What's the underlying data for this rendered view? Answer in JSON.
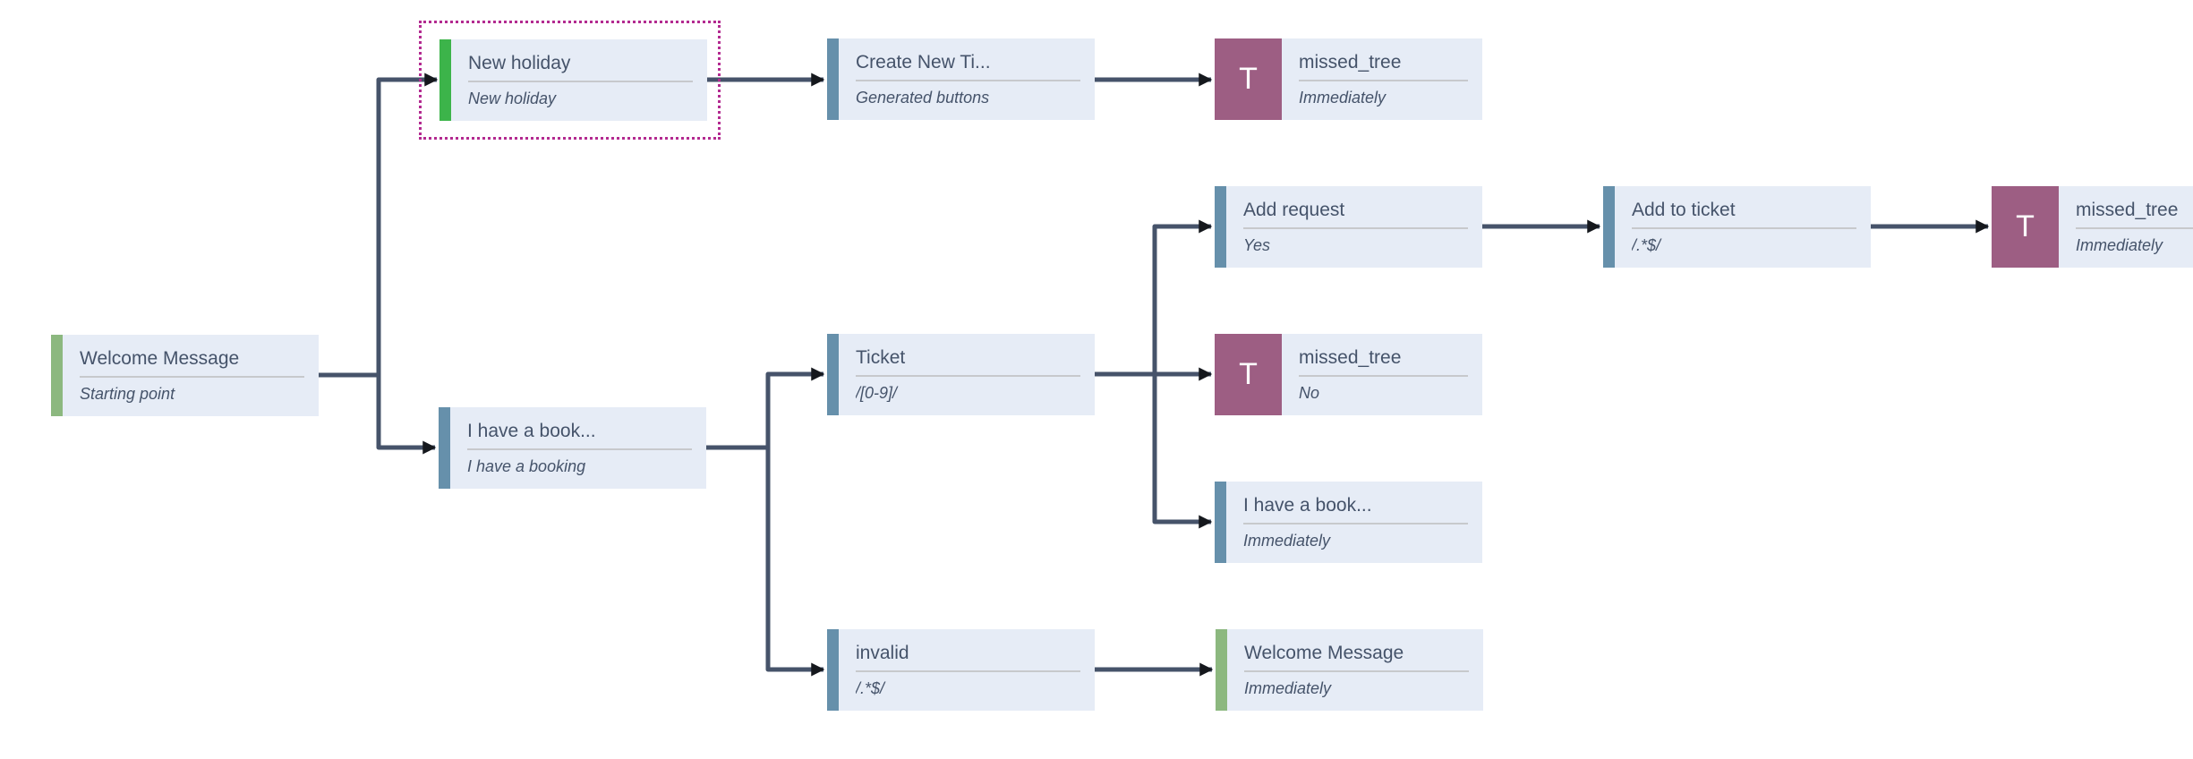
{
  "diagram": {
    "type": "chatbot-flow-tree",
    "background": "#ffffff"
  },
  "colors": {
    "node_body": "#e6ecf6",
    "node_text": "#45536a",
    "accent_sage_green": "#8cb87f",
    "accent_bright_green": "#3cb44a",
    "accent_steel_blue": "#6690ab",
    "badge_purple": "#9d5e83",
    "badge_letter_color": "#ffffff",
    "connector_line": "#46536a",
    "arrowhead": "#15181d",
    "selection_border": "#b32a90",
    "divider": "#c7c9cc"
  },
  "nodes": [
    {
      "id": "welcome-message-start",
      "title": "Welcome Message",
      "subtitle": "Starting point",
      "accent": "sage-green",
      "selected": false
    },
    {
      "id": "new-holiday",
      "title": "New holiday",
      "subtitle": "New holiday",
      "accent": "bright-green",
      "selected": true
    },
    {
      "id": "create-new-ticket",
      "title": "Create New Ti...",
      "subtitle": "Generated buttons",
      "accent": "steel-blue",
      "selected": false
    },
    {
      "id": "missed-tree-top",
      "title": "missed_tree",
      "subtitle": "Immediately",
      "accent": "purple-badge",
      "badge": "T",
      "selected": false
    },
    {
      "id": "i-have-a-booking",
      "title": "I have a book...",
      "subtitle": "I have a booking",
      "accent": "steel-blue",
      "selected": false
    },
    {
      "id": "ticket",
      "title": "Ticket",
      "subtitle": "/[0-9]/",
      "accent": "steel-blue",
      "selected": false
    },
    {
      "id": "add-request",
      "title": "Add request",
      "subtitle": "Yes",
      "accent": "steel-blue",
      "selected": false
    },
    {
      "id": "missed-tree-no",
      "title": "missed_tree",
      "subtitle": "No",
      "accent": "purple-badge",
      "badge": "T",
      "selected": false
    },
    {
      "id": "i-have-a-booking-immediately",
      "title": "I have a book...",
      "subtitle": "Immediately",
      "accent": "steel-blue",
      "selected": false
    },
    {
      "id": "add-to-ticket",
      "title": "Add to ticket",
      "subtitle": "/.*$/",
      "accent": "steel-blue",
      "selected": false
    },
    {
      "id": "missed-tree-right",
      "title": "missed_tree",
      "subtitle": "Immediately",
      "accent": "purple-badge",
      "badge": "T",
      "selected": false
    },
    {
      "id": "invalid",
      "title": "invalid",
      "subtitle": "/.*$/",
      "accent": "steel-blue",
      "selected": false
    },
    {
      "id": "welcome-message-end",
      "title": "Welcome Message",
      "subtitle": "Immediately",
      "accent": "sage-green",
      "selected": false
    }
  ],
  "edges": [
    {
      "from": "welcome-message-start",
      "to": "new-holiday"
    },
    {
      "from": "welcome-message-start",
      "to": "i-have-a-booking"
    },
    {
      "from": "new-holiday",
      "to": "create-new-ticket"
    },
    {
      "from": "create-new-ticket",
      "to": "missed-tree-top"
    },
    {
      "from": "i-have-a-booking",
      "to": "ticket"
    },
    {
      "from": "i-have-a-booking",
      "to": "invalid"
    },
    {
      "from": "ticket",
      "to": "add-request"
    },
    {
      "from": "ticket",
      "to": "missed-tree-no"
    },
    {
      "from": "ticket",
      "to": "i-have-a-booking-immediately"
    },
    {
      "from": "add-request",
      "to": "add-to-ticket"
    },
    {
      "from": "add-to-ticket",
      "to": "missed-tree-right"
    },
    {
      "from": "invalid",
      "to": "welcome-message-end"
    }
  ]
}
